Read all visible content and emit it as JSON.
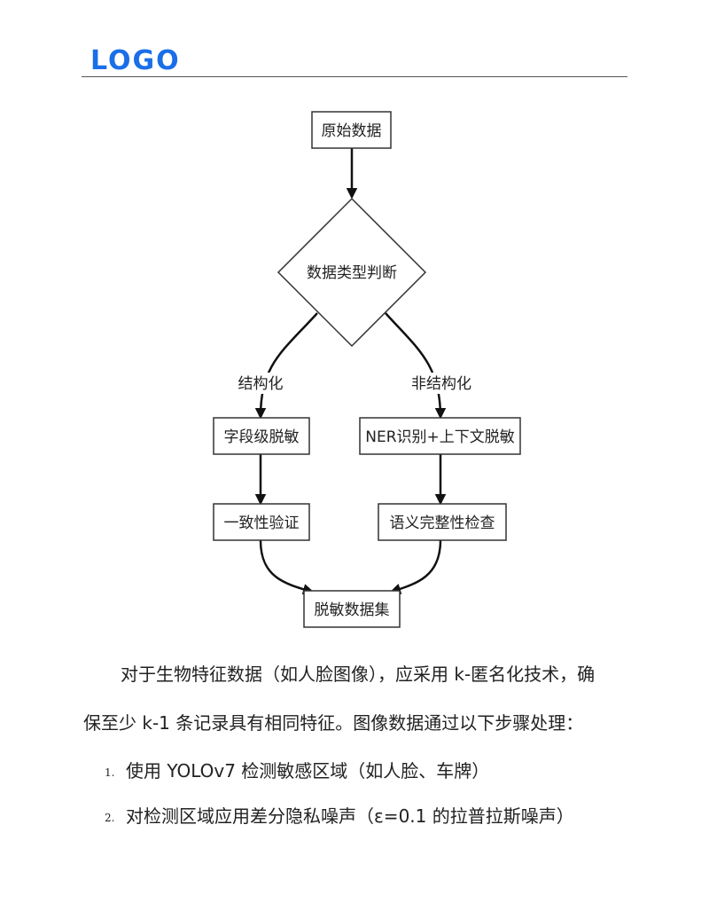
{
  "header": {
    "logo_text": "LOGO",
    "logo_color": "#1a6fe8"
  },
  "flowchart": {
    "nodes": {
      "raw_data": "原始数据",
      "type_decision": "数据类型判断",
      "field_mask": "字段级脱敏",
      "ner_mask": "NER识别+上下文脱敏",
      "consistency_check": "一致性验证",
      "semantic_check": "语义完整性检查",
      "masked_data": "脱敏数据集"
    },
    "edge_labels": {
      "structured": "结构化",
      "unstructured": "非结构化"
    }
  },
  "body": {
    "paragraph_line1": "对于生物特征数据（如人脸图像），应采用 k-匿名化技术，确",
    "paragraph_line2": "保至少 k-1 条记录具有相同特征。图像数据通过以下步骤处理：",
    "list": [
      {
        "number": "1.",
        "text": "使用 YOLOv7 检测敏感区域（如人脸、车牌）"
      },
      {
        "number": "2.",
        "text": "对检测区域应用差分隐私噪声（ε=0.1 的拉普拉斯噪声）"
      }
    ]
  }
}
